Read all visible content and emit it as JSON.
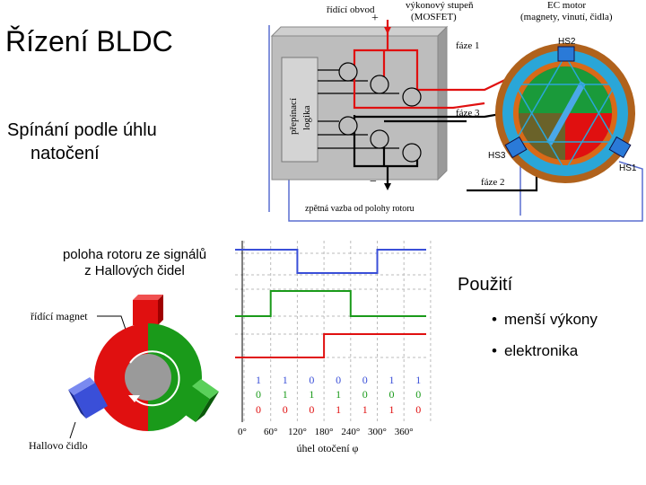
{
  "slide": {
    "title": "Řízení BLDC",
    "bullet_main": "Spínání podle úhlu",
    "bullet_main_cont": "natočení",
    "usage_heading": "Použití",
    "usage_items": [
      "menší výkony",
      "elektronika"
    ],
    "bullet_symbol": "•"
  },
  "circuit": {
    "label_control": "řídící obvod",
    "label_power_stage_1": "výkonový stupeň",
    "label_power_stage_2": "(MOSFET)",
    "label_motor_1": "EC motor",
    "label_motor_2": "(magnety, vinutí, čidla)",
    "plus": "+",
    "minus": "−",
    "logic_1": "přepínací",
    "logic_2": "logika",
    "phase1": "fáze 1",
    "phase2": "fáze 2",
    "phase3": "fáze 3",
    "hs1": "HS1",
    "hs2": "HS2",
    "hs3": "HS3",
    "feedback": "zpětná vazba od polohy rotoru"
  },
  "hall": {
    "title_1": "poloha rotoru ze signálů",
    "title_2": "z Hallových čidel",
    "magnet_label": "řídící magnet",
    "sensor_label": "Hallovo čidlo"
  },
  "timing": {
    "angle_label": "úhel otočení φ",
    "angles": [
      "0°",
      "60°",
      "120°",
      "180°",
      "240°",
      "300°",
      "360°"
    ],
    "rows": [
      [
        "1",
        "1",
        "0",
        "0",
        "0",
        "1",
        "1"
      ],
      [
        "0",
        "1",
        "1",
        "1",
        "0",
        "0",
        "0"
      ],
      [
        "0",
        "0",
        "0",
        "1",
        "1",
        "1",
        "0"
      ]
    ],
    "colors": {
      "blue": "#3a4fd8",
      "green": "#1a9a1a",
      "red": "#e01010"
    }
  }
}
